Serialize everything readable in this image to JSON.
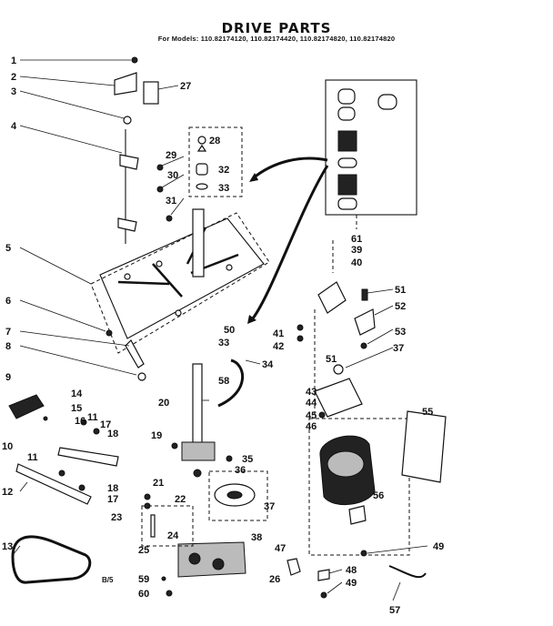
{
  "header": {
    "title": "DRIVE PARTS",
    "models": "For Models: 110.82174120, 110.82174420, 110.82174820, 110.82174820"
  },
  "callouts": [
    "1",
    "2",
    "3",
    "4",
    "5",
    "6",
    "7",
    "8",
    "9",
    "10",
    "11",
    "11",
    "12",
    "13",
    "14",
    "15",
    "16",
    "17",
    "17",
    "18",
    "18",
    "19",
    "20",
    "21",
    "22",
    "23",
    "24",
    "25",
    "26",
    "27",
    "28",
    "29",
    "30",
    "31",
    "32",
    "33",
    "33",
    "34",
    "35",
    "36",
    "37",
    "37",
    "38",
    "39",
    "40",
    "41",
    "42",
    "43",
    "44",
    "45",
    "46",
    "47",
    "48",
    "49",
    "49",
    "50",
    "51",
    "51",
    "52",
    "53",
    "55",
    "56",
    "57",
    "58",
    "59",
    "60",
    "61"
  ],
  "page_code": "B/5"
}
